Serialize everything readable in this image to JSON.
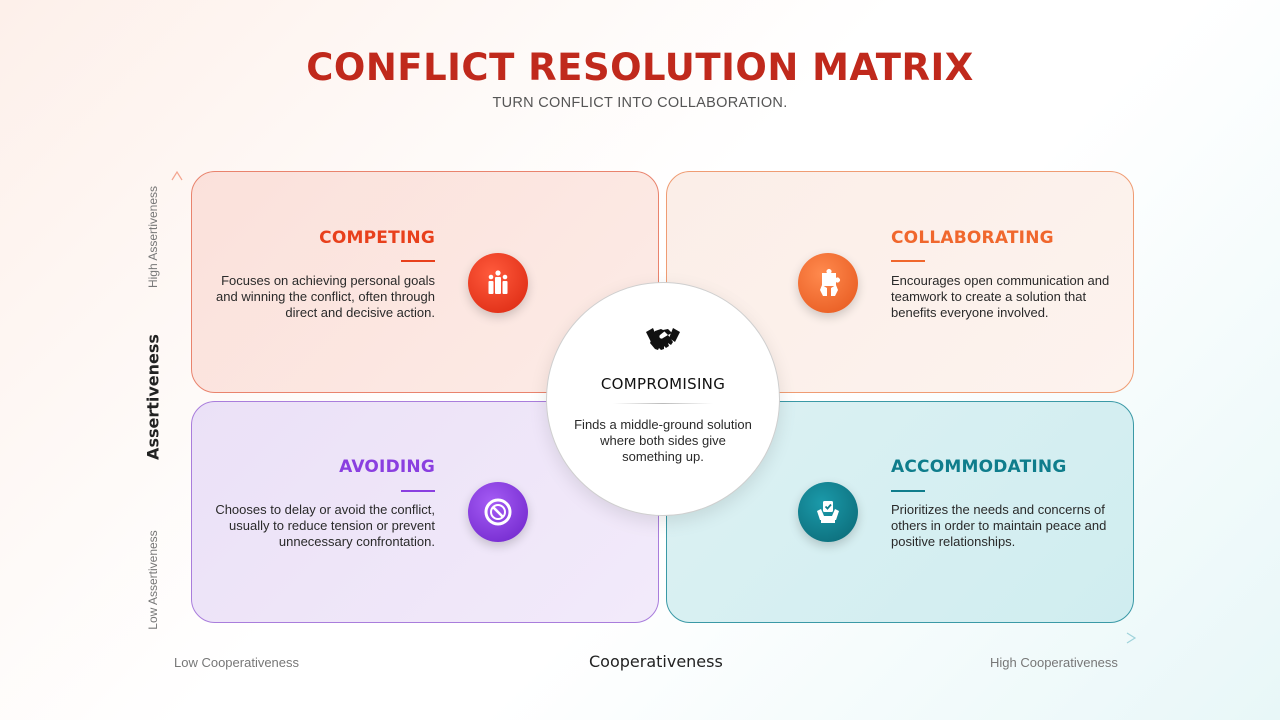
{
  "header": {
    "title": "CONFLICT RESOLUTION MATRIX",
    "subtitle": "TURN CONFLICT INTO COLLABORATION."
  },
  "axes": {
    "y_title": "Assertiveness",
    "y_high": "High Assertiveness",
    "y_low": "Low Assertiveness",
    "x_title": "Cooperativeness",
    "x_low": "Low Cooperativeness",
    "x_high": "High Cooperativeness"
  },
  "quadrants": {
    "competing": {
      "title": "COMPETING",
      "text": "Focuses on achieving personal goals and winning the conflict, often through direct and decisive action.",
      "color": "#e8401c",
      "icon": "people-podium-icon"
    },
    "collaborating": {
      "title": "COLLABORATING",
      "text": "Encourages open communication and teamwork to create a solution that benefits everyone involved.",
      "color": "#f0672d",
      "icon": "puzzle-hand-icon"
    },
    "avoiding": {
      "title": "AVOIDING",
      "text": "Chooses to delay or avoid the conflict, usually to reduce tension or prevent unnecessary confrontation.",
      "color": "#8a3fe0",
      "icon": "prohibited-icon"
    },
    "accommodating": {
      "title": "ACCOMMODATING",
      "text": "Prioritizes the needs and concerns of others in order to maintain peace and positive relationships.",
      "color": "#0f7d8c",
      "icon": "hands-check-icon"
    }
  },
  "center": {
    "title": "COMPROMISING",
    "text": "Finds a middle-ground solution where both sides give something up.",
    "icon": "handshake-icon"
  }
}
